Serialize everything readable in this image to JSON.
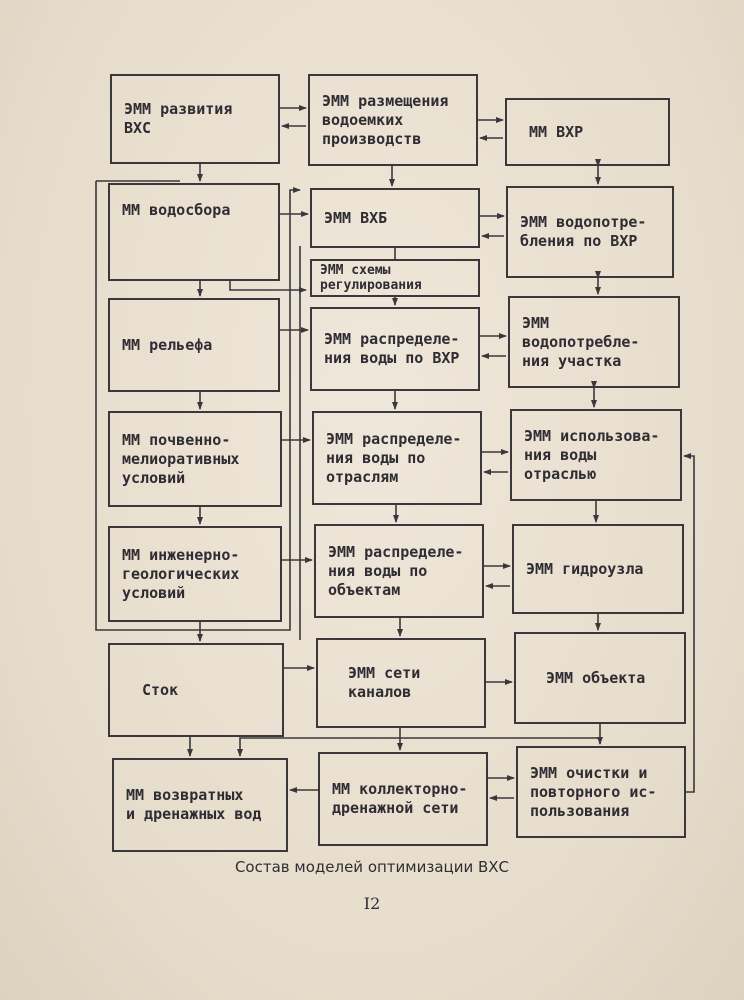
{
  "boxes": {
    "b1": "ЭММ развития\nВХС",
    "b2": "ЭММ размещения\nводоемких\nпроизводств",
    "b3": "ММ ВХР",
    "b4": "ММ водосбора",
    "b5": "ЭММ  ВХБ",
    "b6": "ЭММ водопотре-\nбления по ВХР",
    "b7": "ЭММ схемы\nрегулирования",
    "b8": "ММ рельефа",
    "b9": "ЭММ распределе-\nния воды по ВХР",
    "b10": "ЭММ водопотребле-\nния участка",
    "b11": "ММ почвенно-\nмелиоративных\nусловий",
    "b12": "ЭММ распределе-\nния воды по\nотраслям",
    "b13": "ЭММ использова-\nния воды\nотраслью",
    "b14": "ММ инженерно-\nгеологических\nусловий",
    "b15": "ЭММ распределе-\nния воды по\nобъектам",
    "b16": "ЭММ гидроузла",
    "b17": "Сток",
    "b18": "ЭММ сети\nканалов",
    "b19": "ЭММ объекта",
    "b20": "ММ возвратных\nи дренажных вод",
    "b21": "ММ коллекторно-\nдренажной сети",
    "b22": "ЭММ очистки и\nповторного ис-\nпользования"
  },
  "caption": "Состав моделей оптимизации ВХС",
  "page_number": "I2",
  "colors": {
    "ink": "#3a383d",
    "paper": "#e9dfd0"
  }
}
